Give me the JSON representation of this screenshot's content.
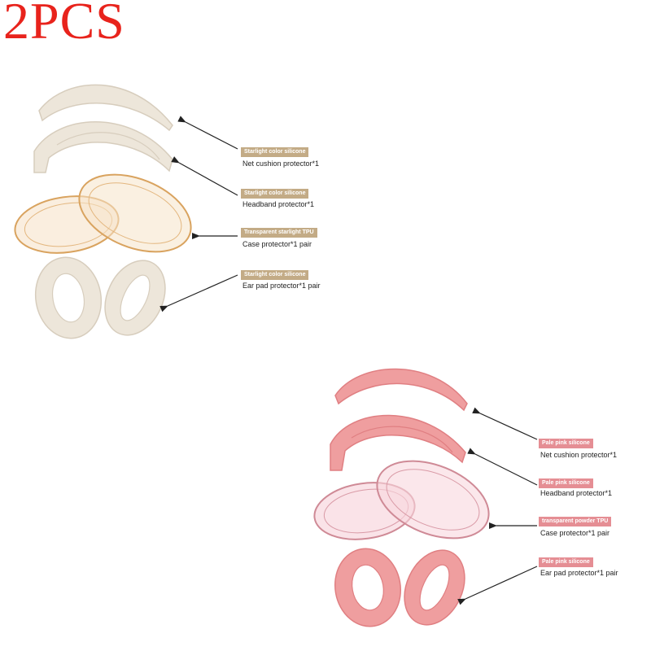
{
  "title": "2PCS",
  "colors": {
    "title": "#e8231c",
    "starlight_fill": "#ede6da",
    "starlight_stroke": "#d7cdbd",
    "starlight_tag": "#c3ab86",
    "gold_tpu_stroke": "#d9a35f",
    "gold_tpu_fill": "#f6e3c9",
    "pink_fill": "#ef9e9f",
    "pink_stroke": "#e07f82",
    "pink_tag": "#e58e94",
    "pink_tpu_stroke": "#cf8a96",
    "pink_tpu_fill": "#f8d7de",
    "arrow": "#222222"
  },
  "sets": {
    "starlight": {
      "net_cushion": {
        "material": "Starlight color  silicone",
        "part": "Net cushion protector*1"
      },
      "headband": {
        "material": "Starlight color  silicone",
        "part": "Headband protector*1"
      },
      "case": {
        "material": "Transparent starlight TPU",
        "part": "Case protector*1 pair"
      },
      "ear_pad": {
        "material": "Starlight color  silicone",
        "part": "Ear pad protector*1 pair"
      }
    },
    "pink": {
      "net_cushion": {
        "material": "Pale pink silicone",
        "part": "Net cushion protector*1"
      },
      "headband": {
        "material": "Pale pink silicone",
        "part": "Headband protector*1"
      },
      "case": {
        "material": "transparent powder TPU",
        "part": "Case protector*1 pair"
      },
      "ear_pad": {
        "material": "Pale pink silicone",
        "part": "Ear pad protector*1 pair"
      }
    }
  }
}
